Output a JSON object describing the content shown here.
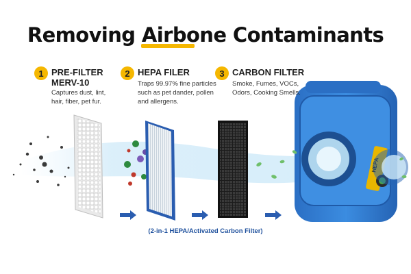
{
  "title": "Removing Airbone Contaminants",
  "steps": [
    {
      "number": "1",
      "heading_line1": "PRE-FILTER",
      "heading_line2": "MERV-10",
      "desc_lines": [
        "Captures dust, lint,",
        "hair, fiber, pet fur."
      ]
    },
    {
      "number": "2",
      "heading_line1": "HEPA FILER",
      "heading_line2": "",
      "desc_lines": [
        "Traps 99.97% fine particles",
        "such as pet dander, pollen",
        "and allergens."
      ]
    },
    {
      "number": "3",
      "heading_line1": "CARBON FILTER",
      "heading_line2": "",
      "desc_lines": [
        "Smoke, Fumes, VOCs,",
        "Odors, Cooking Smells."
      ]
    }
  ],
  "caption": "(2-in-1 HEPA/Activated Carbon Filter)",
  "device_label": "HEPA",
  "colors": {
    "accent_yellow": "#f5b700",
    "arrow_blue": "#2a5db0",
    "device_blue": "#2f7fd6",
    "air_blue": "#bfe3f7"
  },
  "icons": [
    "pollen-icon",
    "leaf-icon",
    "arrow-right-icon"
  ]
}
